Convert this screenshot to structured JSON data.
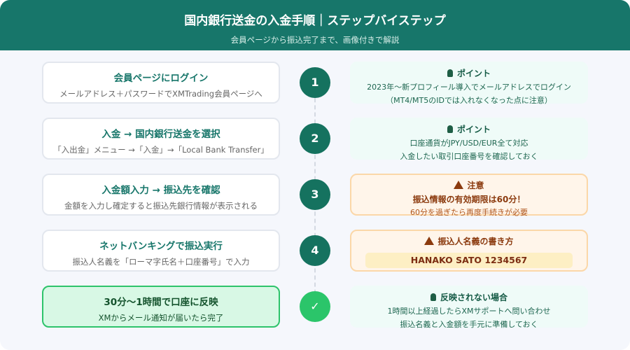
{
  "header": {
    "title": "国内銀行送金の入金手順｜ステップバイステップ",
    "subtitle": "会員ページから振込完了まで、画像付きで解説"
  },
  "steps": [
    {
      "num": "1",
      "title": "会員ページにログイン",
      "desc": "メールアドレス＋パスワードでXMTrading会員ページへ"
    },
    {
      "num": "2",
      "title": "入金 → 国内銀行送金を選択",
      "desc": "「入出金」メニュー →「入金」→「Local Bank Transfer」"
    },
    {
      "num": "3",
      "title": "入金額入力 → 振込先を確認",
      "desc": "金額を入力し確定すると振込先銀行情報が表示される"
    },
    {
      "num": "4",
      "title": "ネットバンキングで振込実行",
      "desc": "振込人名義を「ローマ字氏名＋口座番号」で入力"
    },
    {
      "num": "✓",
      "title": "30分〜1時間で口座に反映",
      "desc": "XMからメール通知が届いたら完了"
    }
  ],
  "notes": [
    {
      "heading": "ポイント",
      "lines": [
        "2023年〜新プロフィール導入でメールアドレスでログイン",
        "（MT4/MT5のIDでは入れなくなった点に注意）"
      ]
    },
    {
      "heading": "ポイント",
      "lines": [
        "口座通貨がJPY/USD/EUR全て対応",
        "入金したい取引口座番号を確認しておく"
      ]
    },
    {
      "heading": "注意",
      "lines": [
        "振込情報の有効期限は60分！",
        "60分を過ぎたら再度手続きが必要"
      ]
    },
    {
      "heading": "振込人名義の書き方",
      "example": "HANAKO SATO 1234567"
    },
    {
      "heading": "反映されない場合",
      "lines": [
        "1時間以上経過したらXMサポートへ問い合わせ",
        "振込名義と入金額を手元に準備しておく"
      ]
    }
  ]
}
